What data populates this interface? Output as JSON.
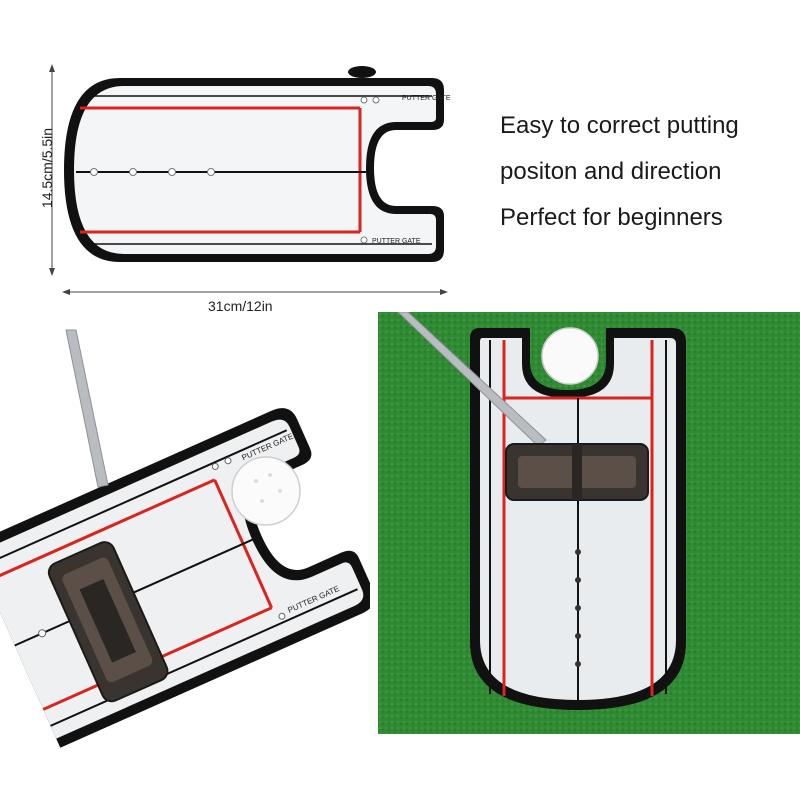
{
  "dimensions": {
    "height_label": "14.5cm/5.5in",
    "width_label": "31cm/12in"
  },
  "features": [
    "Easy to correct putting",
    "positon and direction",
    "Perfect for beginners"
  ],
  "mirror": {
    "brand_text": "PUTTER GATE"
  },
  "colors": {
    "mirror_frame": "#111111",
    "guide_red": "#d9241f",
    "mirror_surface": "#f4f5f6",
    "grass": "#2f8a33"
  }
}
